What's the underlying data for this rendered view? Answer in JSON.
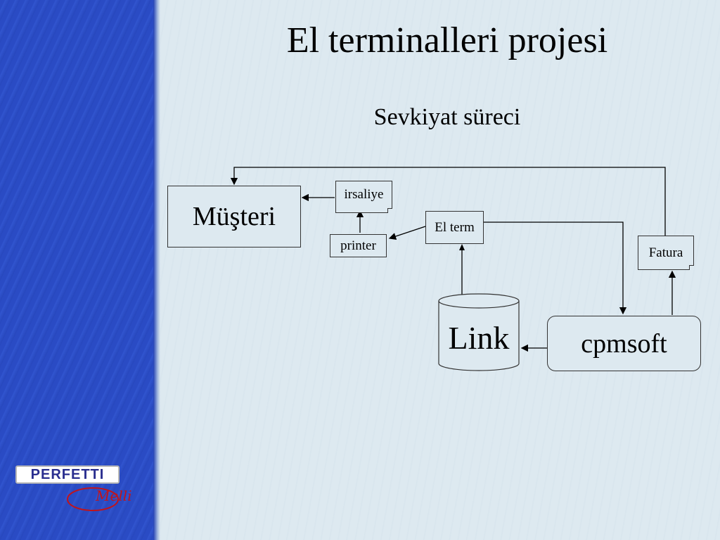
{
  "slide": {
    "title": "El terminalleri projesi",
    "subtitle": "Sevkiyat süreci"
  },
  "diagram": {
    "nodes": {
      "musteri": "Müşteri",
      "irsaliye": "irsaliye",
      "printer": "printer",
      "el_term": "El term",
      "fatura": "Fatura",
      "link": "Link",
      "cpmsoft": "cpmsoft"
    }
  },
  "logo": {
    "brand": "PERFETTI",
    "script": "Melli"
  },
  "colors": {
    "sidebar": "#2a4bc4",
    "background": "#dde9f0",
    "logo_text": "#2a2e8f",
    "logo_script": "#c0141c"
  }
}
